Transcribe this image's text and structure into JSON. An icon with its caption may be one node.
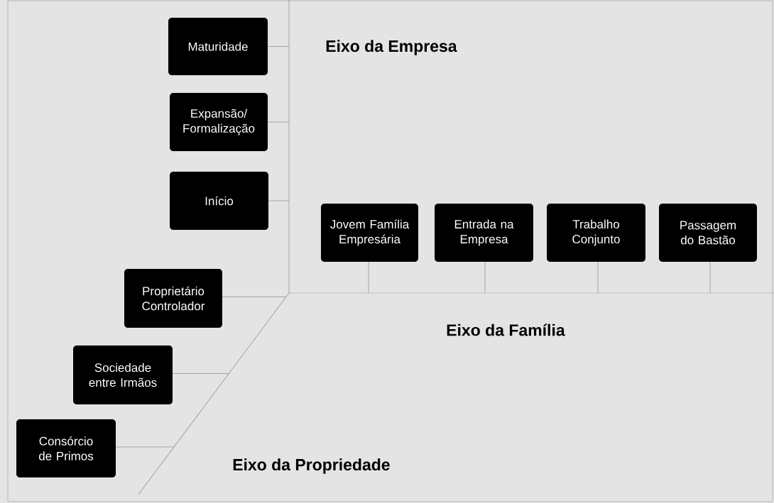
{
  "diagram": {
    "nodes": [
      {
        "text": [
          "Maturidade"
        ]
      },
      {
        "text": [
          "Expansão/ Formalização"
        ]
      },
      {
        "text": [
          "Início"
        ]
      },
      {
        "text": [
          "Jovem Família Empresária"
        ]
      },
      {
        "text": [
          "Entrada na Empresa"
        ]
      },
      {
        "text": [
          "Trabalho Conjunto"
        ]
      },
      {
        "text": [
          "Passagem do Bastão"
        ]
      },
      {
        "text": [
          "Proprietário Controlador"
        ]
      },
      {
        "text": [
          "Sociedade entre Irmãos"
        ]
      },
      {
        "text": [
          "Consórcio de Primos"
        ]
      },
      {
        "text": [],
        "shape": "bar"
      },
      {
        "text": [],
        "shape": "bar"
      },
      {
        "text": [],
        "shape": "bar"
      }
    ],
    "edges": [
      {
        "from": 0,
        "to": 10,
        "arrow": "none"
      },
      {
        "from": 1,
        "to": 10,
        "arrow": "none"
      },
      {
        "from": 2,
        "to": 10,
        "arrow": "none"
      },
      {
        "from": 3,
        "to": 11,
        "arrow": "none"
      },
      {
        "from": 4,
        "to": 11,
        "arrow": "none"
      },
      {
        "from": 5,
        "to": 11,
        "arrow": "none"
      },
      {
        "from": 6,
        "to": 11,
        "arrow": "none"
      },
      {
        "from": 7,
        "to": 12,
        "arrow": "none"
      },
      {
        "from": 8,
        "to": 12,
        "arrow": "none"
      },
      {
        "from": 9,
        "to": 12,
        "arrow": "none"
      }
    ],
    "labels": [
      "Eixo da Empresa",
      "Eixo da Família",
      "Eixo da Propriedade"
    ]
  }
}
